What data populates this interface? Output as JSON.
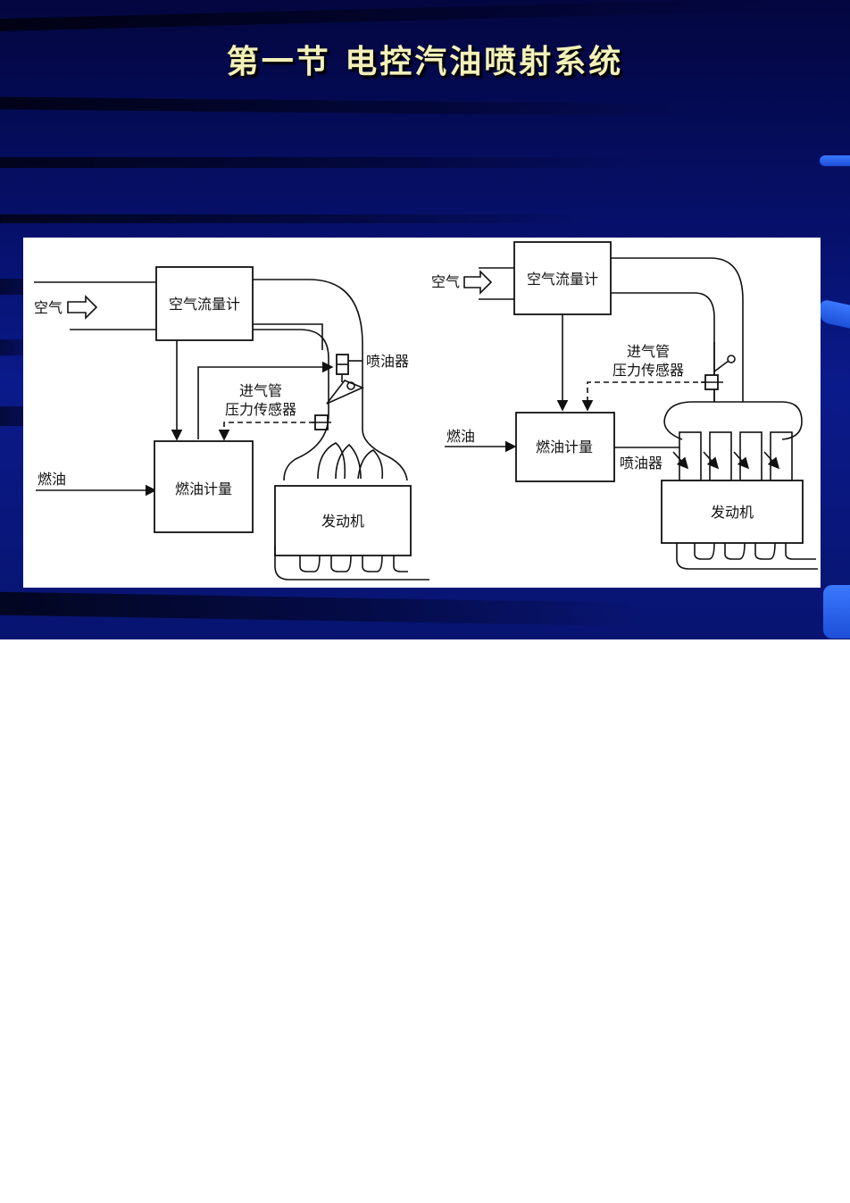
{
  "slide": {
    "title": "第一节  电控汽油喷射系统"
  },
  "diagram_left": {
    "air_label": "空气",
    "air_flow_meter": "空气流量计",
    "fuel_label": "燃油",
    "fuel_metering": "燃油计量",
    "injector_label": "喷油器",
    "sensor_line1": "进气管",
    "sensor_line2": "压力传感器",
    "engine": "发动机"
  },
  "diagram_right": {
    "air_label": "空气",
    "air_flow_meter": "空气流量计",
    "fuel_label": "燃油",
    "fuel_metering": "燃油计量",
    "injector_label": "喷油器",
    "sensor_line1": "进气管",
    "sensor_line2": "压力传感器",
    "engine": "发动机"
  }
}
